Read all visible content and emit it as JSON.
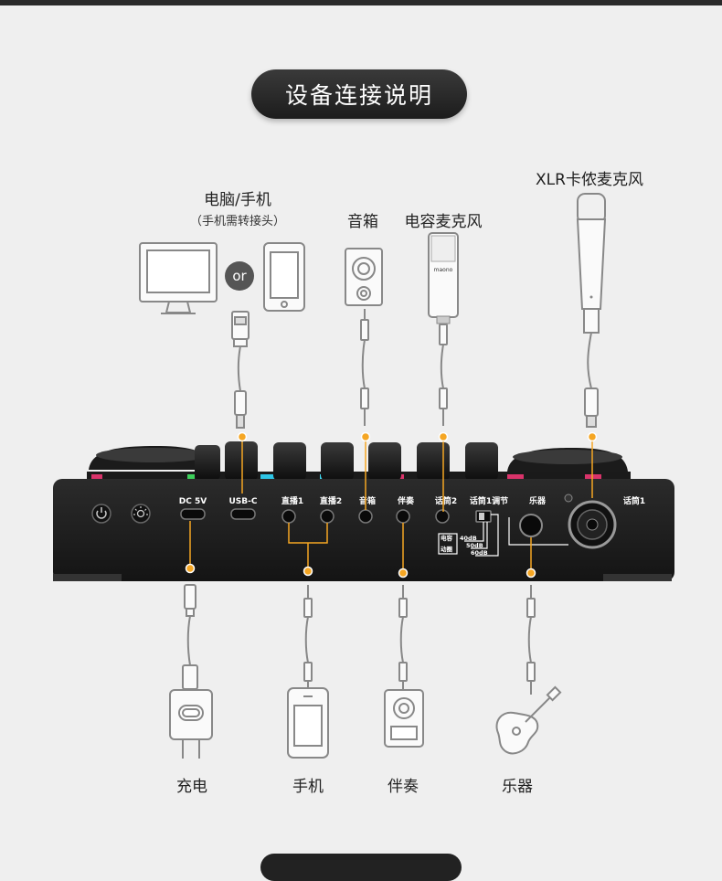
{
  "title": "设备连接说明",
  "top_devices": {
    "computer_phone": "电脑/手机",
    "computer_phone_note": "（手机需转接头）",
    "or": "or",
    "speaker": "音箱",
    "condenser_mic": "电容麦克风",
    "xlr_mic": "XLR卡侬麦克风",
    "mic_brand": "maono"
  },
  "ports": {
    "dc": "DC 5V",
    "usbc": "USB-C",
    "live1": "直播1",
    "live2": "直播2",
    "speaker": "音箱",
    "accompany": "伴奏",
    "mic2": "话筒2",
    "mic1_adjust": "话筒1调节",
    "instrument": "乐器",
    "mic1": "话筒1"
  },
  "switch_labels": {
    "condenser": "电容",
    "dynamic": "动圈",
    "gain_40": "40dB",
    "gain_50": "50dB",
    "gain_60": "60dB"
  },
  "bottom_devices": {
    "charger": "充电",
    "phone": "手机",
    "accompany": "伴奏",
    "instrument": "乐器"
  },
  "colors": {
    "accent": "#f5a623",
    "device": "#1e1e1e",
    "background": "#efefef"
  }
}
